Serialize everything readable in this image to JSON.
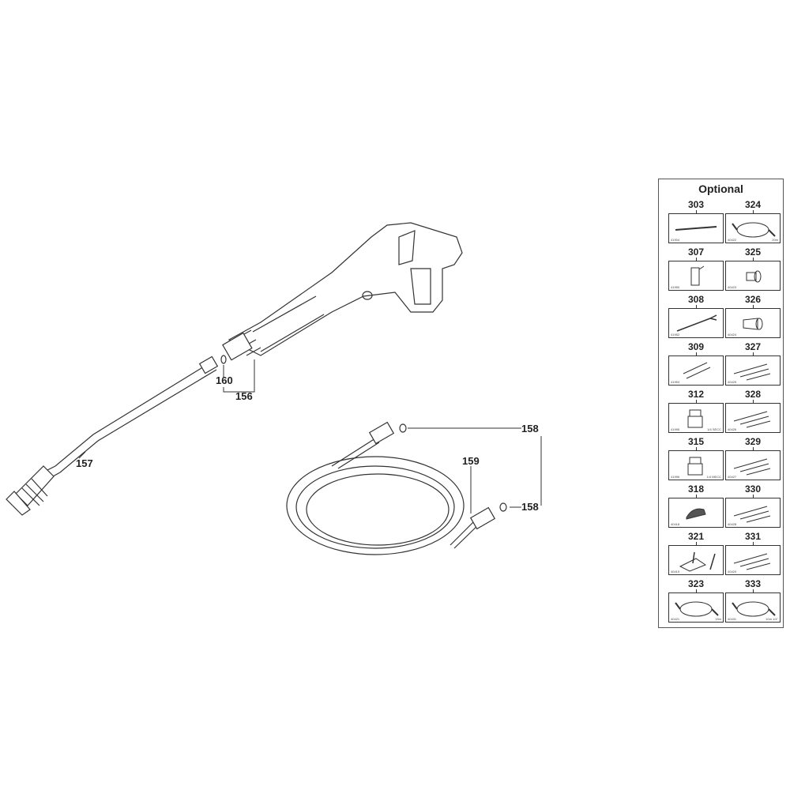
{
  "labels": {
    "p156": "156",
    "p157": "157",
    "p158a": "158",
    "p158b": "158",
    "p159": "159",
    "p160": "160"
  },
  "optional": {
    "title": "Optional",
    "items": [
      {
        "num": "303",
        "code": "41904",
        "note": "",
        "icon": "lance-extension"
      },
      {
        "num": "324",
        "code": "40422",
        "note": "20m",
        "icon": "hose"
      },
      {
        "num": "307",
        "code": "41950",
        "note": "",
        "icon": "detergent-bottle"
      },
      {
        "num": "325",
        "code": "40423",
        "note": "",
        "icon": "adapter"
      },
      {
        "num": "308",
        "code": "41952",
        "note": "",
        "icon": "angled-lance"
      },
      {
        "num": "326",
        "code": "40424",
        "note": "",
        "icon": "rotary-nozzle"
      },
      {
        "num": "309",
        "code": "41953",
        "note": "",
        "icon": "lance-pair"
      },
      {
        "num": "327",
        "code": "40425",
        "note": "",
        "icon": "nozzle-set"
      },
      {
        "num": "312",
        "code": "41995",
        "note": "1/4 SECC",
        "icon": "nozzle-fitting"
      },
      {
        "num": "328",
        "code": "40426",
        "note": "",
        "icon": "nozzle-set"
      },
      {
        "num": "315",
        "code": "41996",
        "note": "1/4 MECC",
        "icon": "nozzle-fitting"
      },
      {
        "num": "329",
        "code": "40427",
        "note": "",
        "icon": "nozzle-set"
      },
      {
        "num": "318",
        "code": "40418",
        "note": "",
        "icon": "brush"
      },
      {
        "num": "330",
        "code": "40428",
        "note": "",
        "icon": "nozzle-set"
      },
      {
        "num": "321",
        "code": "40419",
        "note": "",
        "icon": "surface-cleaner"
      },
      {
        "num": "331",
        "code": "40420",
        "note": "",
        "icon": "nozzle-set"
      },
      {
        "num": "323",
        "code": "40421",
        "note": "15m",
        "icon": "hose"
      },
      {
        "num": "333",
        "code": "40431",
        "note": "10m 1/4\"",
        "icon": "hose"
      }
    ]
  }
}
